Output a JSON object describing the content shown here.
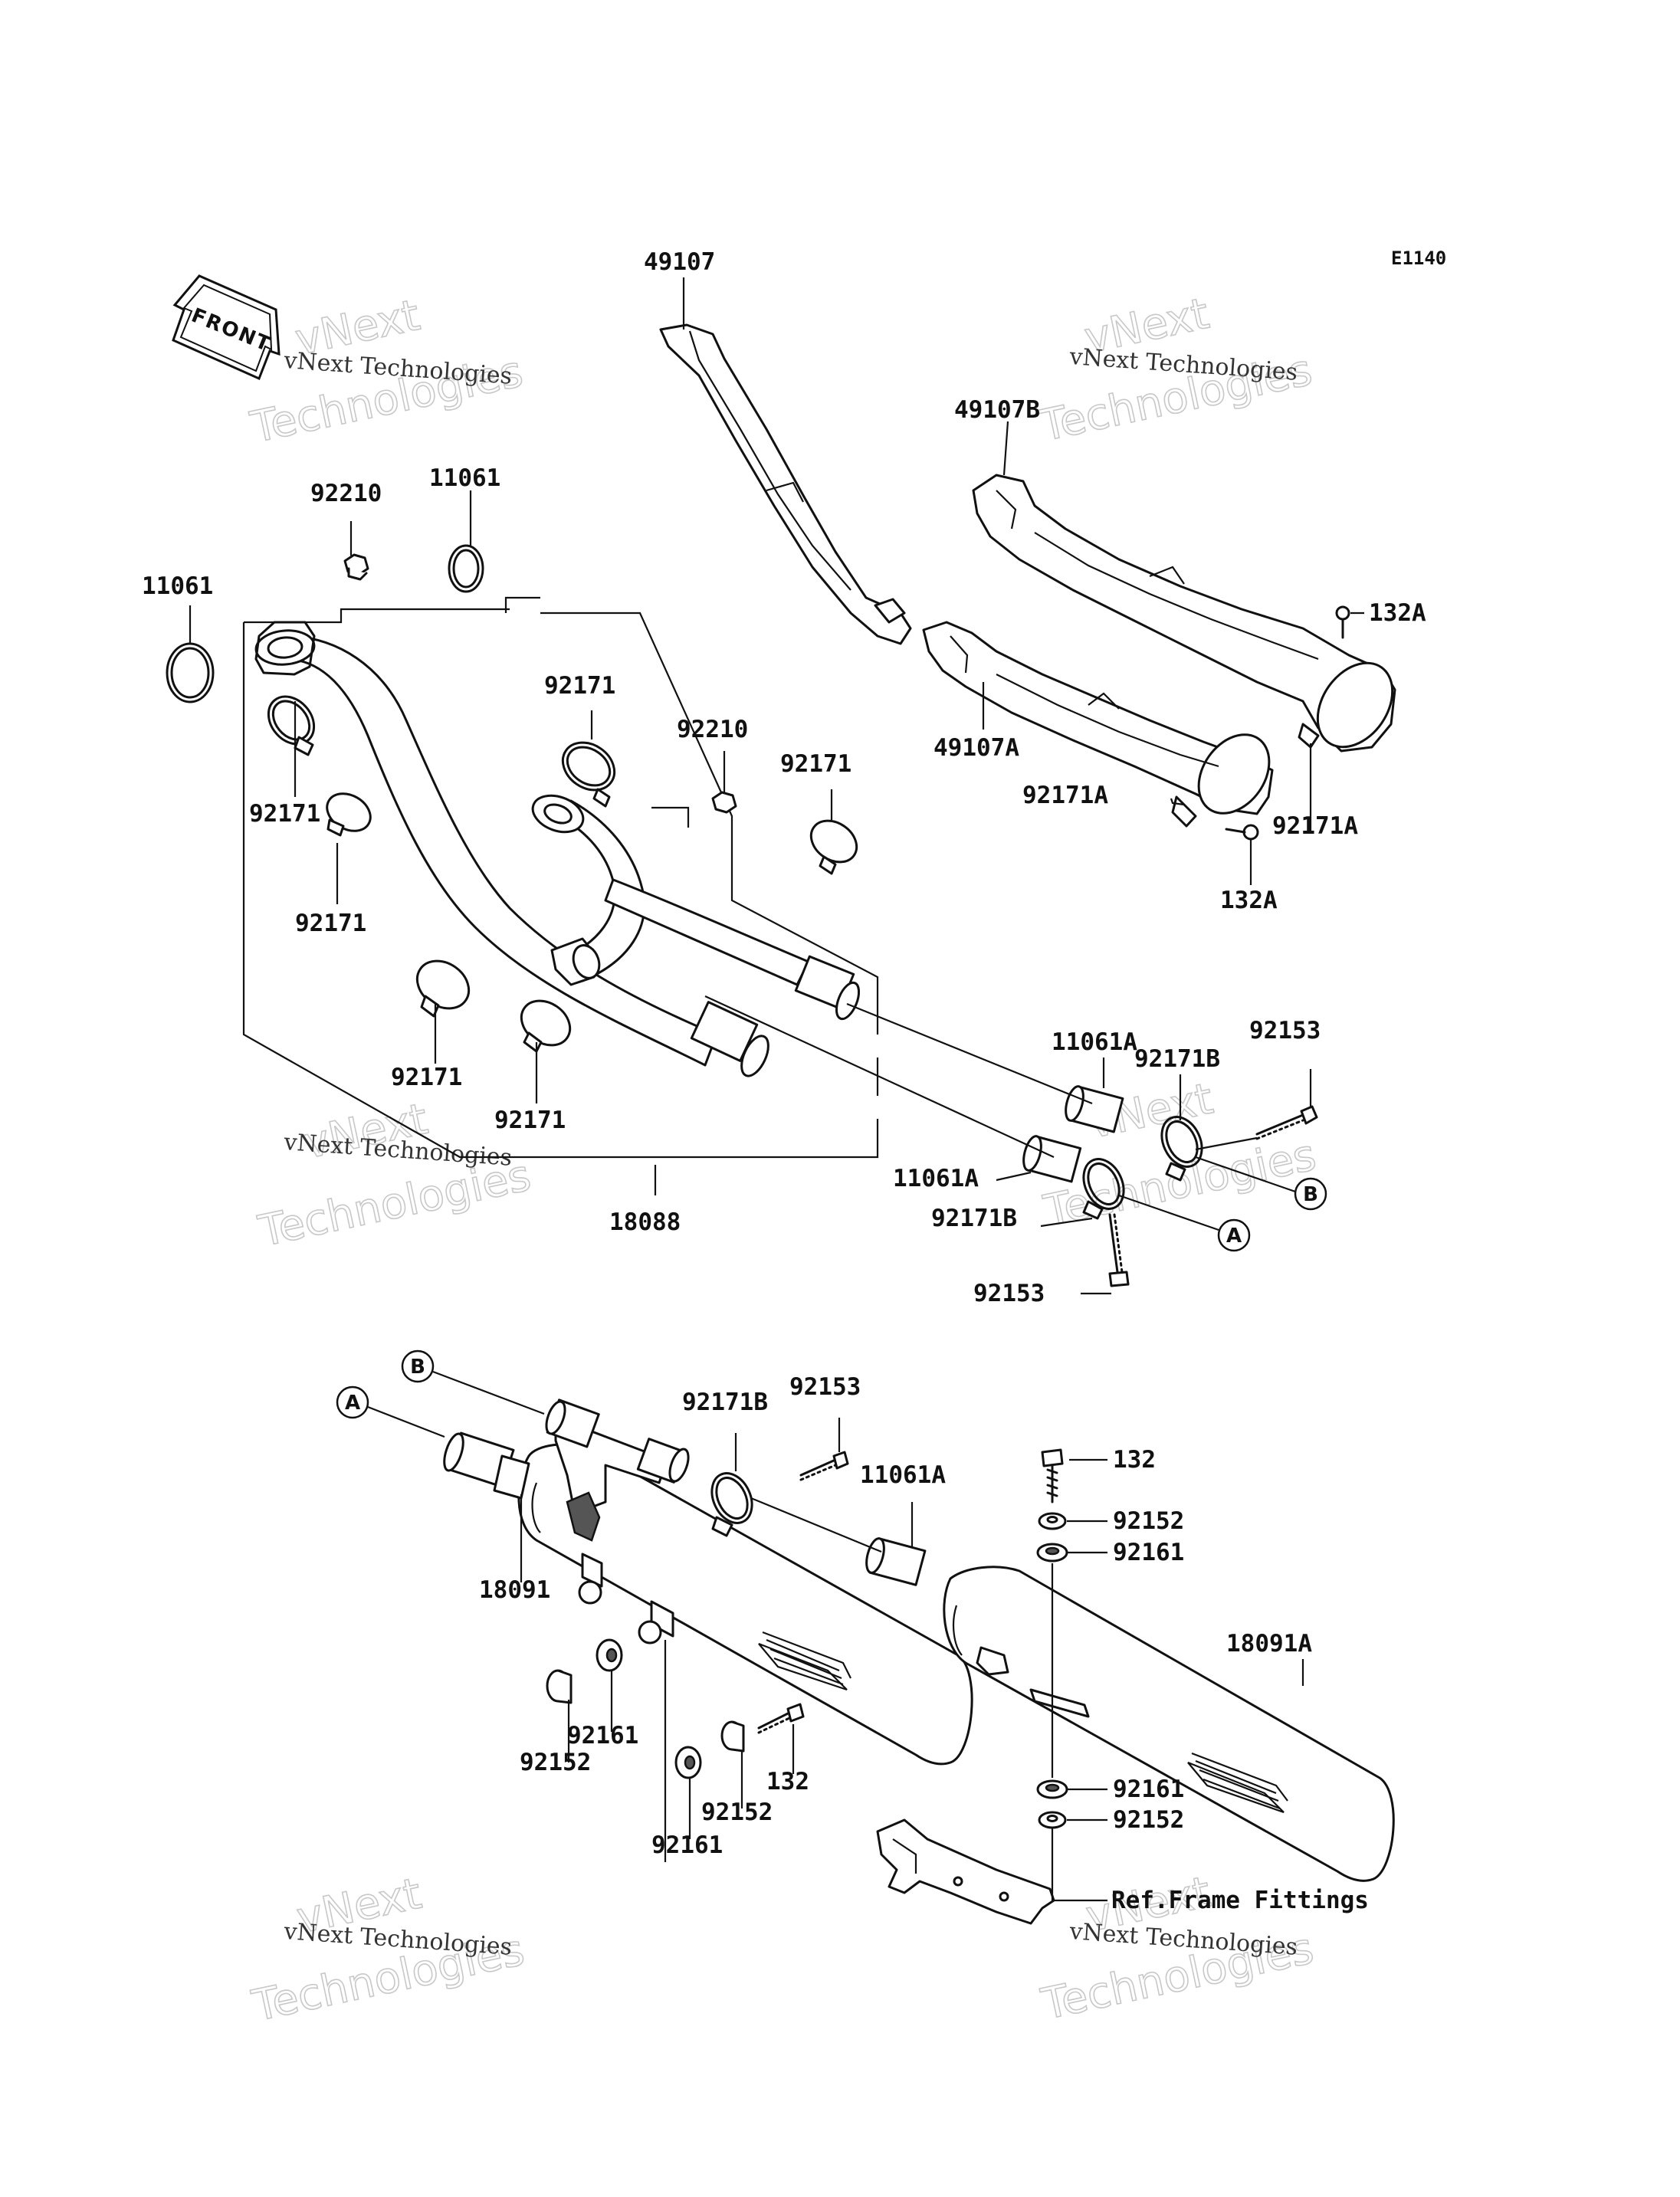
{
  "diagram_code": "E1140",
  "front_label": "FRONT",
  "watermark": {
    "big_line1": "vNext",
    "big_line2": "Technologies",
    "small": "vNext Technologies"
  },
  "reference_letters": {
    "a": "A",
    "b": "B"
  },
  "frame_note": "Ref.Frame Fittings",
  "parts": {
    "p49107": "49107",
    "p49107B": "49107B",
    "p49107A": "49107A",
    "p132A_top": "132A",
    "p132A_bottom": "132A",
    "p92171A_left": "92171A",
    "p92171A_right": "92171A",
    "p92210_left": "92210",
    "p92210_right": "92210",
    "p11061_left": "11061",
    "p11061_center": "11061",
    "p92171_a": "92171",
    "p92171_b": "92171",
    "p92171_c": "92171",
    "p92171_d": "92171",
    "p92171_e": "92171",
    "p92171_f": "92171",
    "p18088": "18088",
    "p11061A_upper": "11061A",
    "p11061A_lower": "11061A",
    "p92171B_upper": "92171B",
    "p92171B_lower": "92171B",
    "p92153_upper": "92153",
    "p92153_lower": "92153",
    "p92171B_bottom": "92171B",
    "p92153_bottom": "92153",
    "p11061A_bottom": "11061A",
    "p132_top": "132",
    "p92152_top": "92152",
    "p92161_top": "92161",
    "p18091": "18091",
    "p18091A": "18091A",
    "p92161_l1": "92161",
    "p92152_l1": "92152",
    "p92152_mid": "92152",
    "p132_mid": "132",
    "p92161_mid": "92161",
    "p92161_r2": "92161",
    "p92152_r2": "92152"
  }
}
